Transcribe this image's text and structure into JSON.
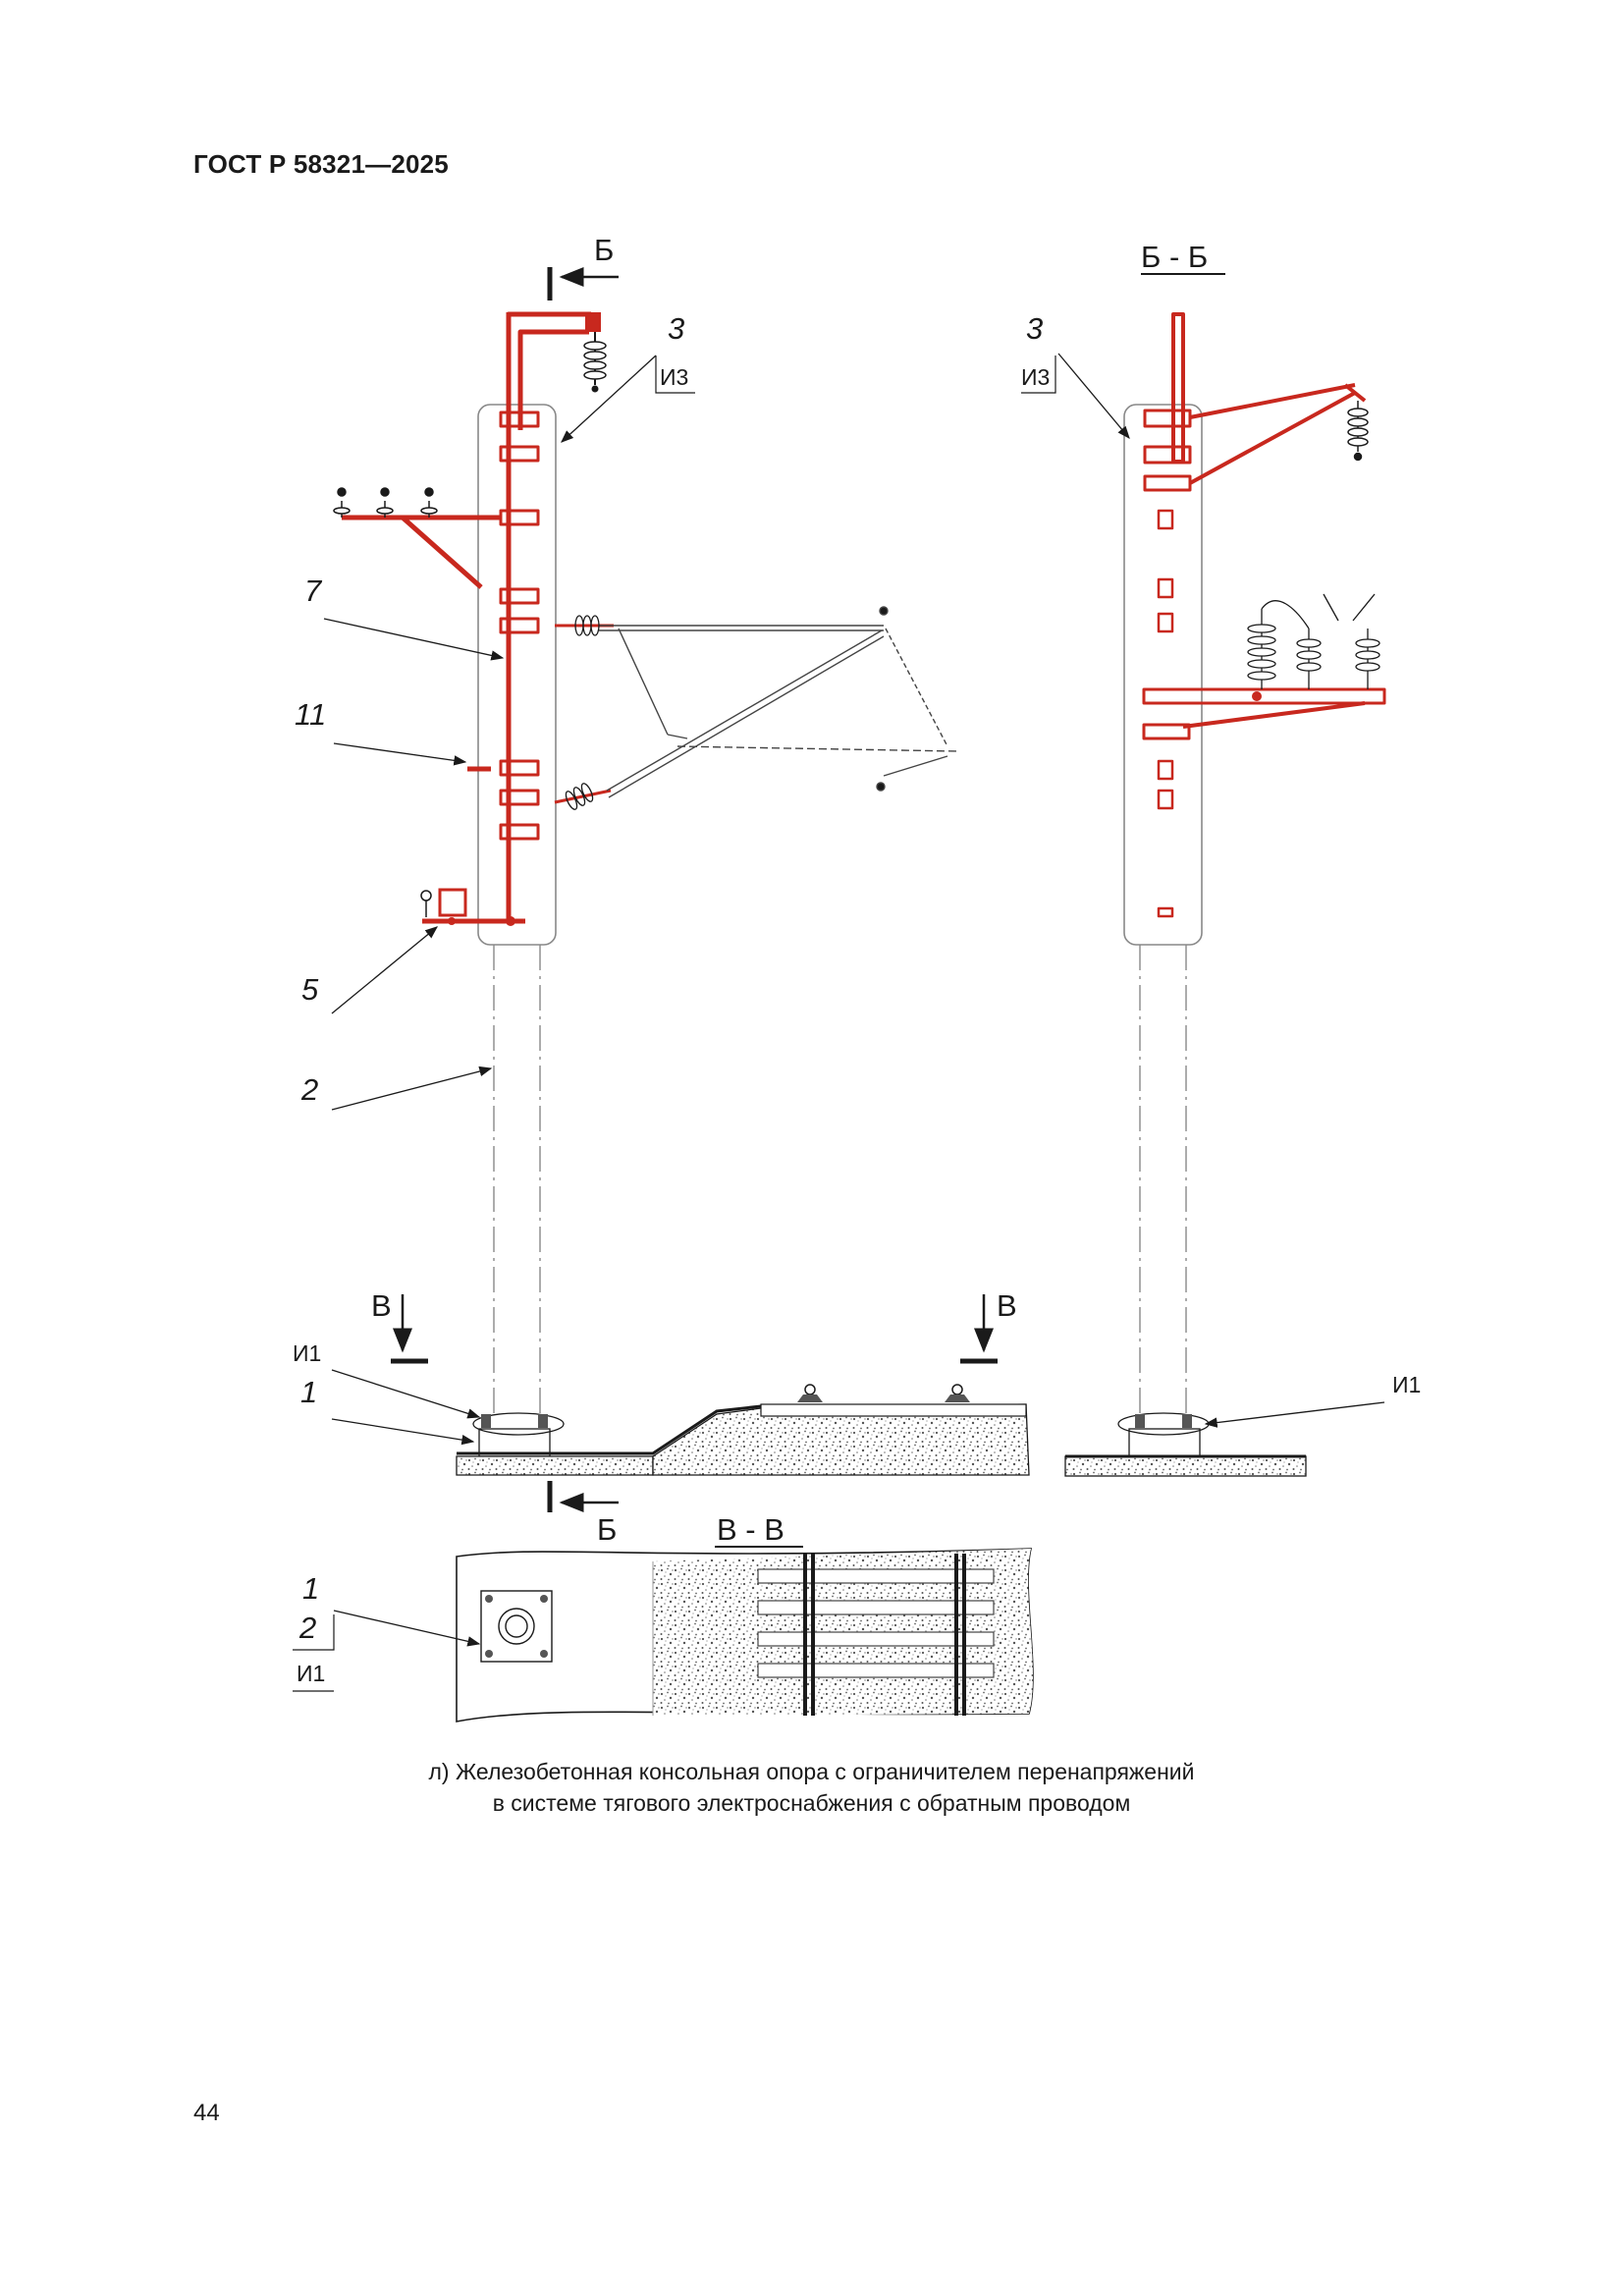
{
  "header": {
    "document_code": "ГОСТ Р 58321—2025"
  },
  "figure": {
    "caption_line1": "л) Железобетонная консольная опора с ограничителем перенапряжений",
    "caption_line2": "в системе тягового электроснабжения с обратным проводом",
    "front_view": {
      "section_mark_top": "Б",
      "section_mark_bottom": "Б",
      "section_mark_left": "В",
      "section_mark_right": "В",
      "callouts": [
        "3",
        "7",
        "11",
        "5",
        "2",
        "1"
      ],
      "code_top": "И3",
      "code_base": "И1"
    },
    "side_view": {
      "section_title": "Б - Б",
      "callout": "3",
      "code_top": "И3",
      "code_base": "И1"
    },
    "plan_view": {
      "section_title": "В - В",
      "callout_top": "1",
      "callout_mid": "2",
      "code": "И1"
    }
  },
  "colors": {
    "highlight": "#c8281e",
    "line": "#1a1a1a",
    "faint": "#888888"
  },
  "page_number": "44"
}
